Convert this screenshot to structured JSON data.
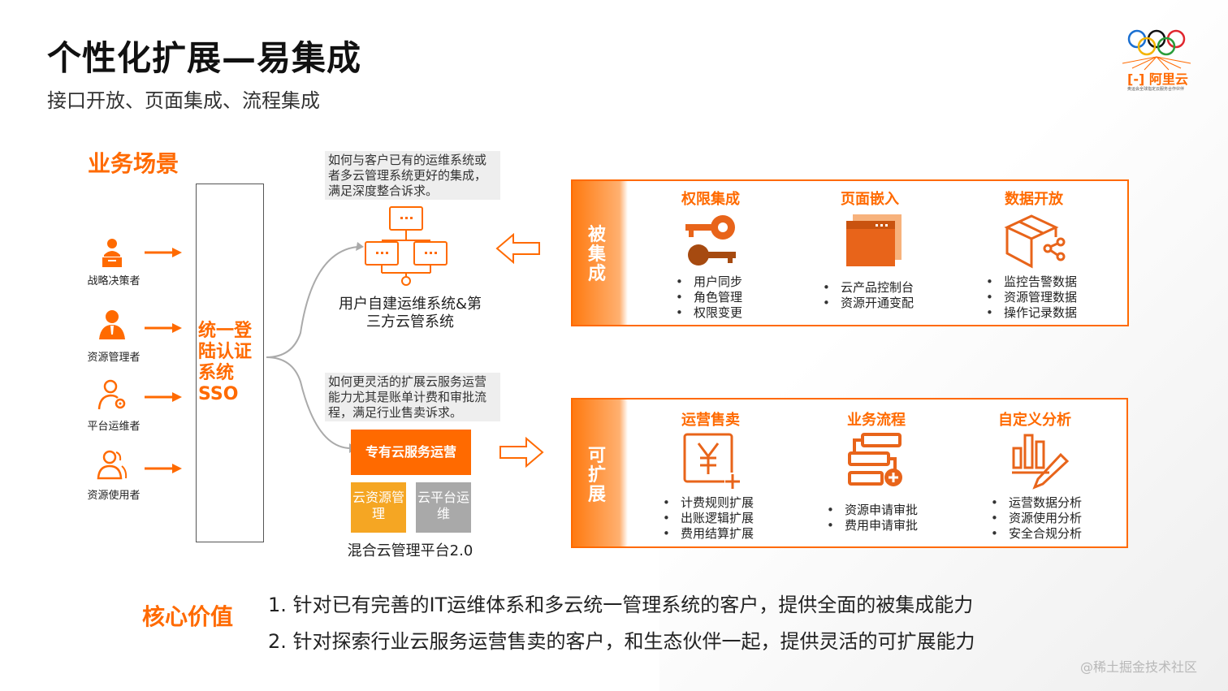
{
  "header": {
    "title": "个性化扩展—易集成",
    "subtitle": "接口开放、页面集成、流程集成"
  },
  "logo": {
    "brand": "阿里云",
    "tagline": "奥运会全球指定云服务合作伙伴",
    "accent": "#ff6a00"
  },
  "business_scenario": {
    "title": "业务场景",
    "roles": [
      {
        "label": "战略决策者",
        "icon": "presenter-icon"
      },
      {
        "label": "资源管理者",
        "icon": "manager-icon"
      },
      {
        "label": "平台运维者",
        "icon": "user-gear-icon"
      },
      {
        "label": "资源使用者",
        "icon": "users-icon"
      }
    ],
    "sso_text": "统一登陆认证系统SSO"
  },
  "callouts": {
    "top": "如何与客户已有的运维系统或者多云管理系统更好的集成，满足深度整合诉求。",
    "bottom": "如何更灵活的扩展云服务运营能力尤其是账单计费和审批流程，满足行业售卖诉求。"
  },
  "nodes": {
    "top_label": "用户自建运维系统&第三方云管系统",
    "service_button": "专有云服务运营",
    "resource_box": "云资源管理",
    "platform_box": "云平台运维",
    "platform_label": "混合云管理平台2.0"
  },
  "integrated_panel": {
    "side_label": "被集成",
    "columns": [
      {
        "title": "权限集成",
        "icon": "key-icon",
        "items": [
          "用户同步",
          "角色管理",
          "权限变更"
        ]
      },
      {
        "title": "页面嵌入",
        "icon": "window-icon",
        "items": [
          "云产品控制台",
          "资源开通变配"
        ]
      },
      {
        "title": "数据开放",
        "icon": "box-share-icon",
        "items": [
          "监控告警数据",
          "资源管理数据",
          "操作记录数据"
        ]
      }
    ]
  },
  "extensible_panel": {
    "side_label": "可扩展",
    "columns": [
      {
        "title": "运营售卖",
        "icon": "yen-plus-icon",
        "items": [
          "计费规则扩展",
          "出账逻辑扩展",
          "费用结算扩展"
        ]
      },
      {
        "title": "业务流程",
        "icon": "flow-plus-icon",
        "items": [
          "资源申请审批",
          "费用申请审批"
        ]
      },
      {
        "title": "自定义分析",
        "icon": "chart-pen-icon",
        "items": [
          "运营数据分析",
          "资源使用分析",
          "安全合规分析"
        ]
      }
    ]
  },
  "core_value": {
    "title": "核心价值",
    "lines": [
      "1. 针对已有完善的IT运维体系和多云统一管理系统的客户，提供全面的被集成能力",
      "2. 针对探索行业云服务运营售卖的客户，和生态伙伴一起，提供灵活的可扩展能力"
    ]
  },
  "watermark": "@稀土掘金技术社区",
  "colors": {
    "orange": "#ff6a00",
    "yellow": "#f5a623",
    "gray_box": "#a9a9a9"
  }
}
